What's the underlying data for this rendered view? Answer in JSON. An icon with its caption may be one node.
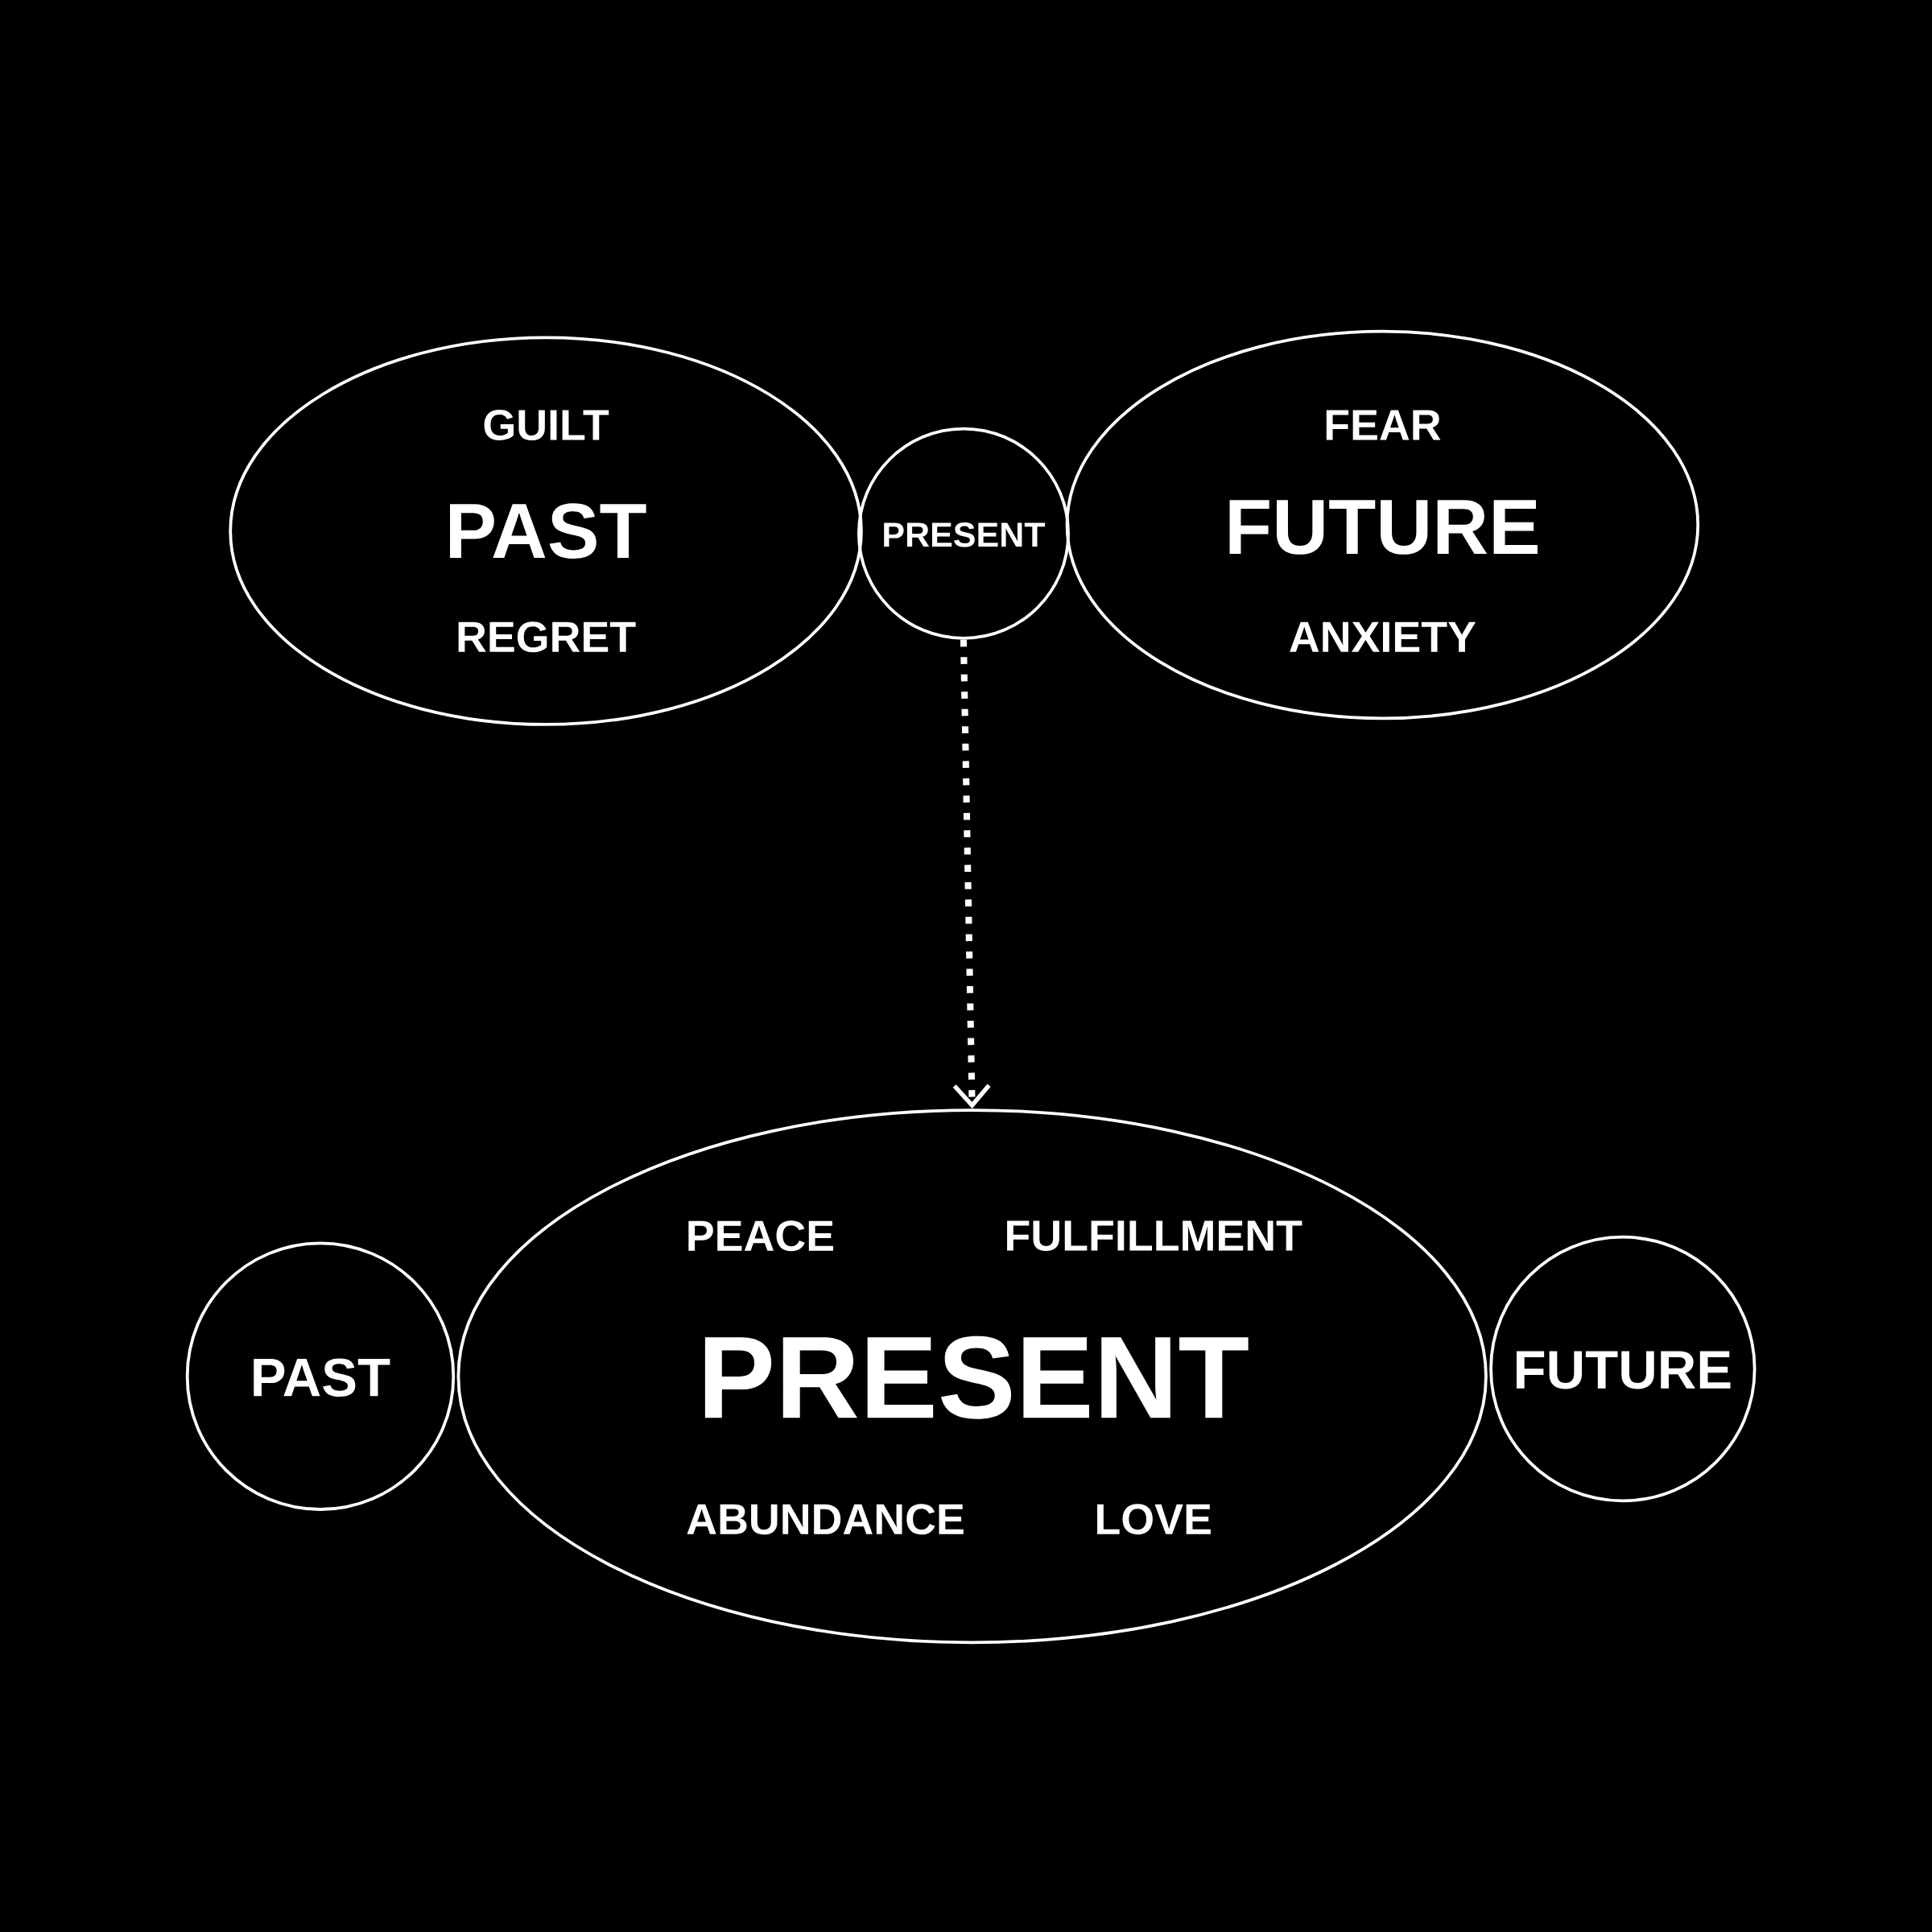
{
  "diagram": {
    "nodes": [
      {
        "text": [
          "GUILT",
          "PAST",
          "REGRET"
        ]
      },
      {
        "text": [
          "PRESENT"
        ]
      },
      {
        "text": [
          "FEAR",
          "FUTURE",
          "ANXIETY"
        ]
      },
      {
        "text": [
          "PAST"
        ]
      },
      {
        "text": [
          "PEACE",
          "FULFILLMENT",
          "PRESENT",
          "ABUNDANCE",
          "LOVE"
        ]
      },
      {
        "text": [
          "FUTURE"
        ]
      }
    ],
    "edges": [
      {
        "from": 1,
        "to": 4,
        "arrow": "to",
        "style": "dashed"
      }
    ]
  }
}
